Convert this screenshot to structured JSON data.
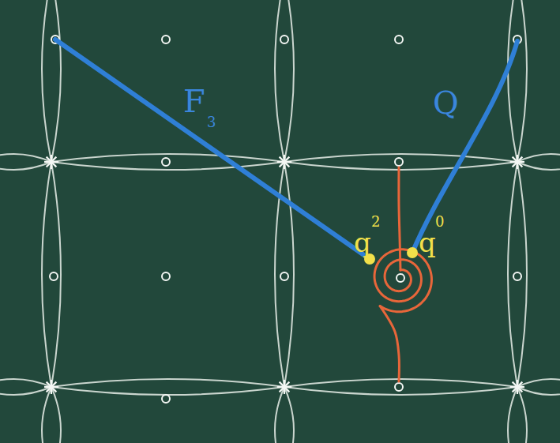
{
  "diagram": {
    "labels": [
      "F",
      "3",
      "Q",
      "q",
      "2",
      "q",
      "0"
    ]
  }
}
